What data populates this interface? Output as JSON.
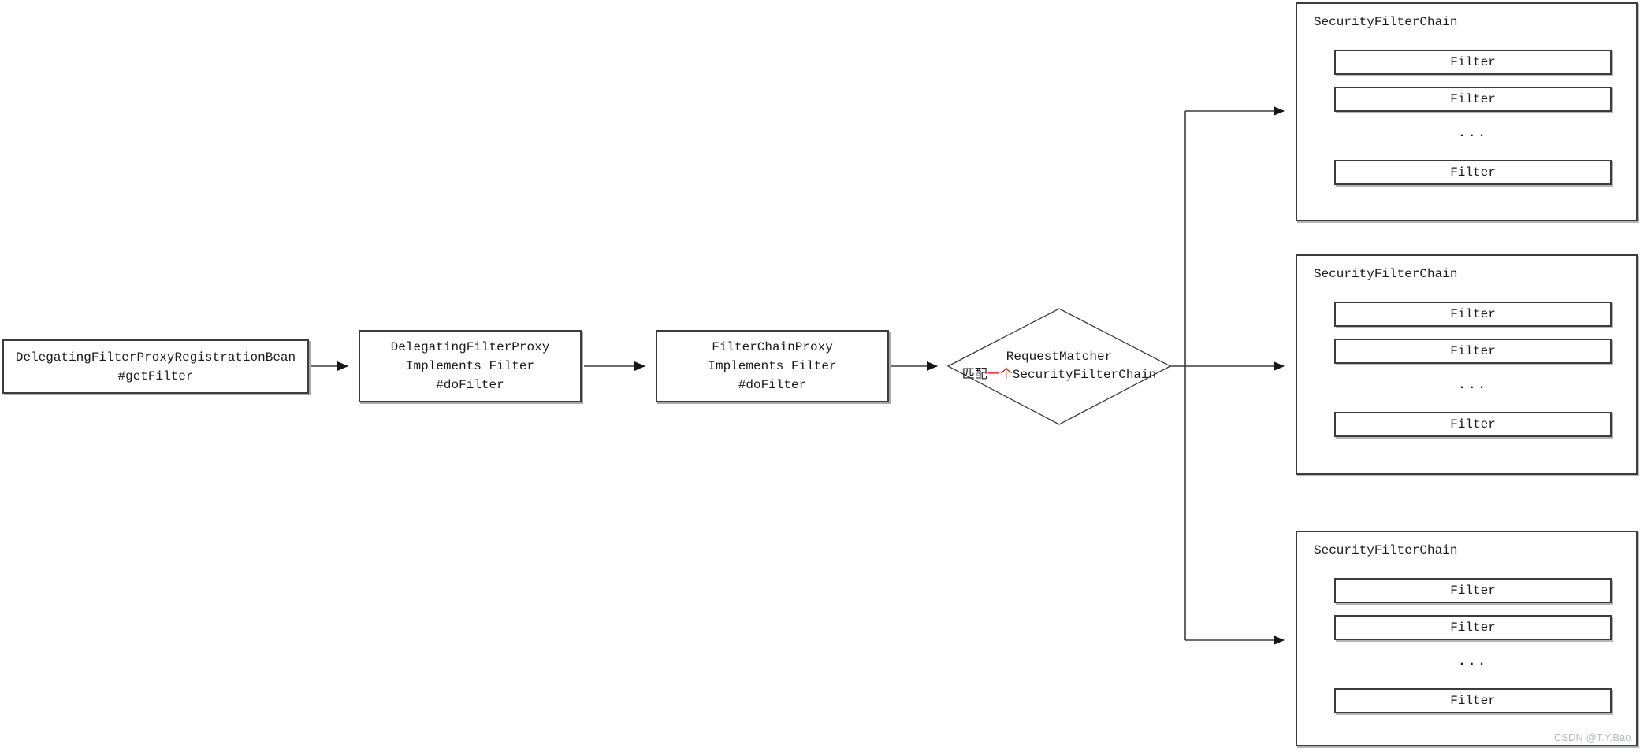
{
  "colors": {
    "background": "#ffffff",
    "line_and_border": "#3c3c3c",
    "text": "#1a1a1a",
    "highlight_red": "#ff0000",
    "watermark_gray": "#b7babd"
  },
  "flow": {
    "nodes": [
      {
        "id": "registration-bean",
        "lines": [
          "DelegatingFilterProxyRegistrationBean",
          "#getFilter"
        ]
      },
      {
        "id": "delegating-filter-proxy",
        "lines": [
          "DelegatingFilterProxy",
          "Implements Filter",
          "#doFilter"
        ]
      },
      {
        "id": "filter-chain-proxy",
        "lines": [
          "FilterChainProxy",
          "Implements Filter",
          "#doFilter"
        ]
      }
    ],
    "decision": {
      "line1": "RequestMatcher",
      "line2_prefix": "匹配",
      "line2_highlight": "一个",
      "line2_suffix": "SecurityFilterChain"
    },
    "chains": [
      {
        "title": "SecurityFilterChain",
        "filters": [
          "Filter",
          "Filter",
          "Filter"
        ],
        "ellipsis": "..."
      },
      {
        "title": "SecurityFilterChain",
        "filters": [
          "Filter",
          "Filter",
          "Filter"
        ],
        "ellipsis": "..."
      },
      {
        "title": "SecurityFilterChain",
        "filters": [
          "Filter",
          "Filter",
          "Filter"
        ],
        "ellipsis": "..."
      }
    ],
    "watermark": "CSDN @T.Y.Bao"
  }
}
